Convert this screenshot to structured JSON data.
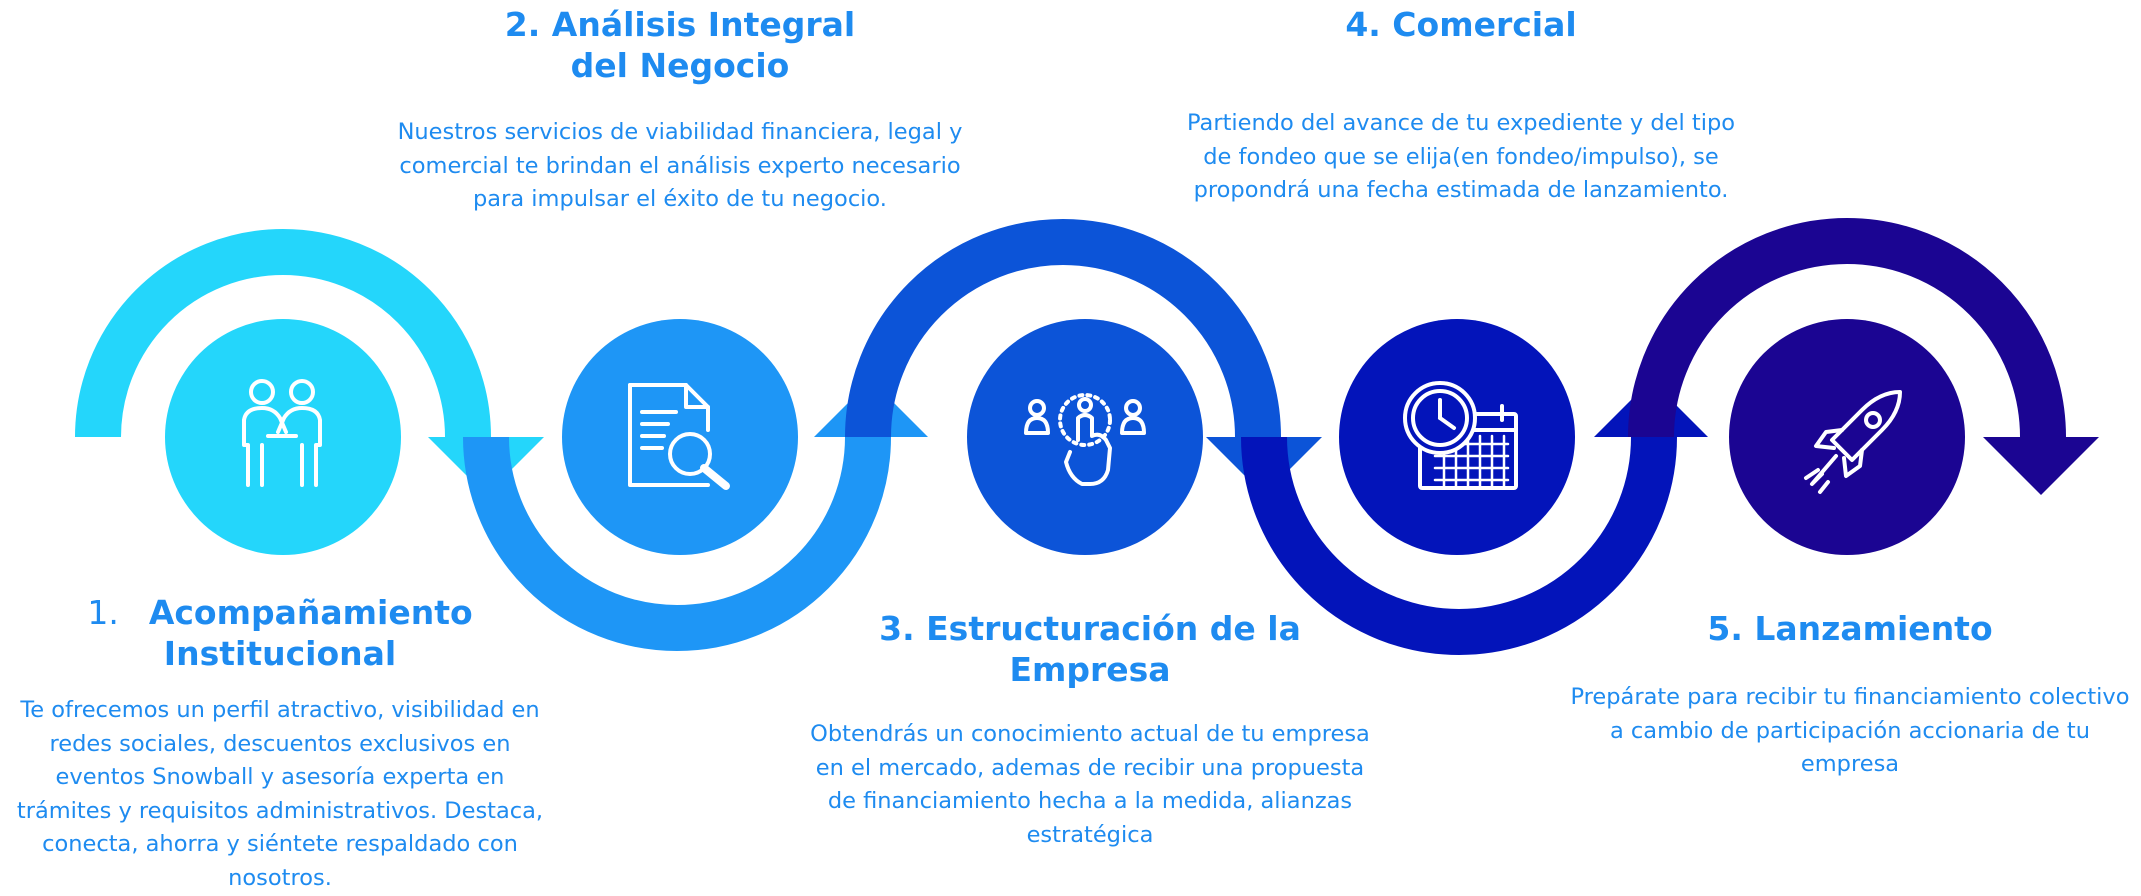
{
  "colors": {
    "step1": "#24d6fb",
    "step2": "#1e96f6",
    "step3": "#0c54d8",
    "step4": "#0314ba",
    "step5": "#1b0592",
    "text": "#1e8bf0"
  },
  "steps": [
    {
      "number": "1.",
      "title_line1": "Acompañamiento",
      "title_line2": "Institucional",
      "description": "Te ofrecemos un perfil atractivo, visibilidad en redes sociales, descuentos exclusivos en eventos Snowball y asesoría experta en trámites y requisitos administrativos. Destaca, conecta, ahorra y siéntete respaldado con nosotros.",
      "icon": "handshake-icon"
    },
    {
      "title_line1": "2. Análisis Integral",
      "title_line2": "del Negocio",
      "description": "Nuestros servicios de viabilidad financiera, legal y comercial te brindan el análisis experto necesario para impulsar el éxito de tu negocio.",
      "icon": "document-search-icon"
    },
    {
      "title_line1": "3. Estructuración de la",
      "title_line2": "Empresa",
      "description": "Obtendrás un conocimiento actual de tu empresa en el mercado, ademas de recibir una propuesta de financiamiento hecha a la medida, alianzas estratégica",
      "icon": "touch-network-icon"
    },
    {
      "title_line1": "4. Comercial",
      "description": "Partiendo del avance de tu expediente y del tipo de fondeo que se elija(en fondeo/impulso), se propondrá una fecha estimada de lanzamiento.",
      "icon": "clock-calendar-icon"
    },
    {
      "title_line1": "5. Lanzamiento",
      "description": "Prepárate para recibir tu financiamiento colectivo a cambio de participación accionaria de tu empresa",
      "icon": "rocket-icon"
    }
  ]
}
